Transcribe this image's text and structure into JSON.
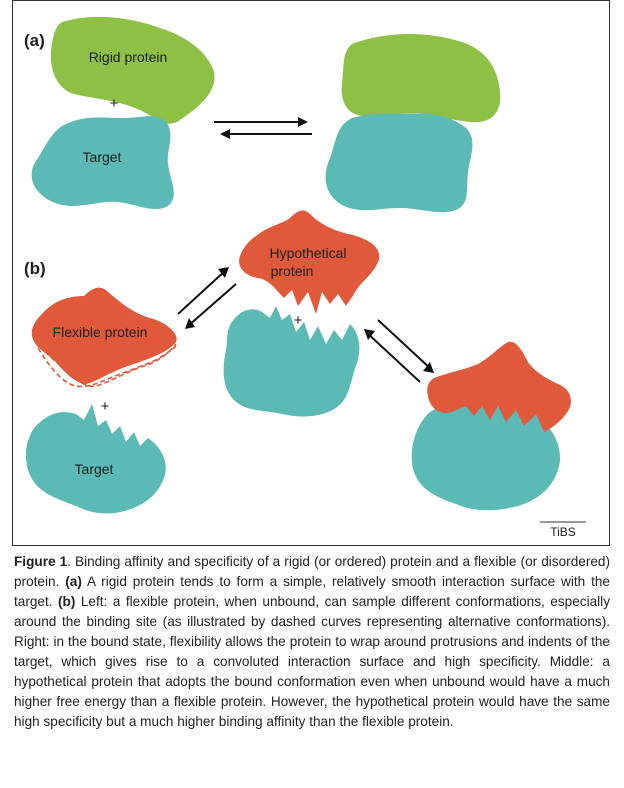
{
  "panel_a": {
    "label": "(a)",
    "rigid_label": "Rigid protein",
    "plus": "+",
    "target_label": "Target"
  },
  "panel_b": {
    "label": "(b)",
    "flexible_label": "Flexible protein",
    "plus_left": "+",
    "target_label": "Target",
    "hypothetical_line1": "Hypothetical",
    "hypothetical_line2": "protein",
    "plus_middle": "+"
  },
  "journal_mark": "TiBS",
  "colors": {
    "rigid": "#8dc045",
    "target": "#5bbab5",
    "flexible": "#e0593a",
    "dashed": "#e0593a",
    "arrow": "#111111"
  },
  "caption": {
    "figure_label": "Figure 1",
    "intro": ". Binding affinity and specificity of a rigid (or ordered) protein and a flexible (or disordered) protein. ",
    "a_label": "(a)",
    "a_text": " A rigid protein tends to form a simple, relatively smooth interaction surface with the target. ",
    "b_label": "(b)",
    "b_text": " Left: a flexible protein, when unbound, can sample different conformations, especially around the binding site (as illustrated by dashed curves representing alternative conformations). Right: in the bound state, flexibility allows the protein to wrap around protrusions and indents of the target, which gives rise to a convoluted interaction surface and high specificity. Middle: a hypothetical protein that adopts the bound conformation even when unbound would have a much higher free energy than a flexible protein. However, the hypothetical protein would have the same high specificity but a much higher binding affinity than the flexible protein."
  }
}
